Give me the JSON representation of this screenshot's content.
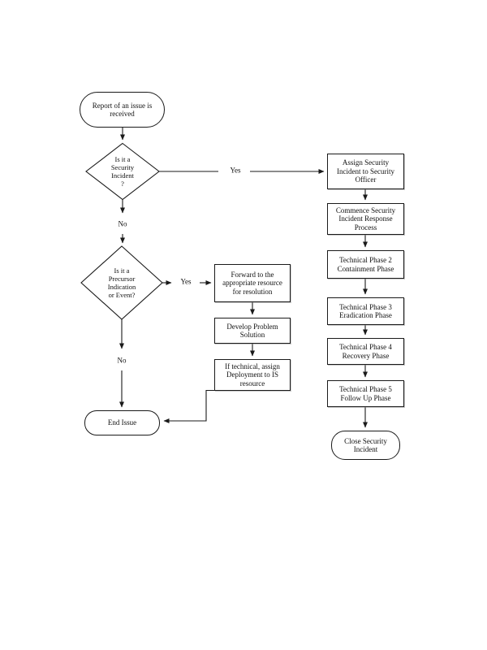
{
  "diagram": {
    "type": "flowchart",
    "colors": {
      "line": "#1a1a1a",
      "node_fill": "#ffffff",
      "text": "#111111"
    },
    "nodes": {
      "start": {
        "label": "Report of an issue is\nreceived",
        "shape": "stadium"
      },
      "decision_security": {
        "label": "Is it a\nSecurity\nIncident\n?",
        "shape": "diamond"
      },
      "assign_officer": {
        "label": "Assign Security\nIncident to Security\nOfficer",
        "shape": "rect"
      },
      "commence_response": {
        "label": "Commence Security\nIncident Response\nProcess",
        "shape": "rect"
      },
      "phase2": {
        "label": "Technical Phase 2\nContainment Phase",
        "shape": "rect"
      },
      "phase3": {
        "label": "Technical Phase 3\nEradication Phase",
        "shape": "rect"
      },
      "phase4": {
        "label": "Technical Phase 4\nRecovery Phase",
        "shape": "rect"
      },
      "phase5": {
        "label": "Technical Phase 5\nFollow Up Phase",
        "shape": "rect"
      },
      "close_incident": {
        "label": "Close Security\nIncident",
        "shape": "stadium"
      },
      "decision_precursor": {
        "label": "Is it a\nPrecursor\nIndication\nor Event?",
        "shape": "diamond"
      },
      "forward_resource": {
        "label": "Forward to the\nappropriate resource\nfor resolution",
        "shape": "rect"
      },
      "develop_solution": {
        "label": "Develop Problem\nSolution",
        "shape": "rect"
      },
      "if_technical": {
        "label": "If technical, assign\nDeployment to IS\nresource",
        "shape": "rect"
      },
      "end_issue": {
        "label": "End Issue",
        "shape": "stadium"
      }
    },
    "edge_labels": {
      "yes1": "Yes",
      "no1": "No",
      "yes2": "Yes",
      "no2": "No"
    }
  }
}
